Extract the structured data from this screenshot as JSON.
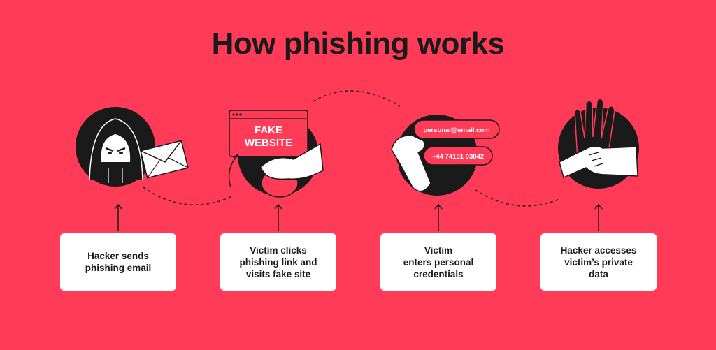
{
  "title": "How phishing works",
  "colors": {
    "background": "#ff3b57",
    "dark": "#1a1a1a",
    "card": "#ffffff"
  },
  "steps": [
    {
      "label": "Hacker sends\nphishing email",
      "icon": "hooded-hacker-with-envelope"
    },
    {
      "label": "Victim clicks\nphishing link and\nvisits fake site",
      "icon": "hand-on-mouse-fake-website"
    },
    {
      "label": "Victim\nenters personal\ncredentials",
      "icon": "hand-with-credential-fields"
    },
    {
      "label": "Hacker accesses\nvictim’s private\ndata",
      "icon": "gloved-hand-grabbing-hand"
    }
  ],
  "illustration": {
    "fake_site_line1": "FAKE",
    "fake_site_line2": "WEBSITE",
    "email_field": "personal@email.com",
    "phone_field": "+44 74151 03842"
  }
}
